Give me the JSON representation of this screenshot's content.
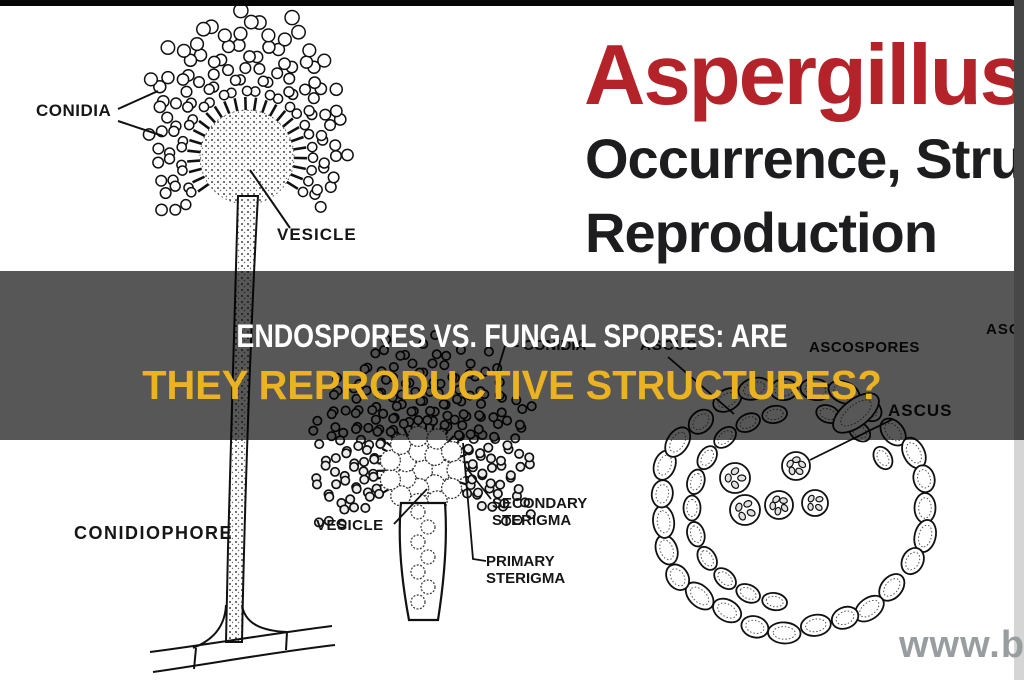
{
  "banner": {
    "line1": "ENDOSPORES VS. FUNGAL SPORES: ARE",
    "line2": "THEY REPRODUCTIVE STRUCTURES?",
    "line1_color": "#ffffff",
    "line2_color": "#ebb321",
    "overlay_color": "rgba(0,0,0,0.66)"
  },
  "heading": {
    "title": "Aspergillus",
    "line2": "Occurrence, Struc",
    "line3": "Reproduction",
    "title_color": "#b5232a",
    "body_color": "#1d1d1f"
  },
  "figure_conidiophore": {
    "label_conidia": "CONIDIA",
    "label_vesicle": "VESICLE",
    "label_conidiophore": "CONIDIOPHORE"
  },
  "figure_sterigma": {
    "label_conidia": "CONIDIA",
    "label_vesicle": "VESICLE",
    "label_secondary_line1": "SECONDARY",
    "label_secondary_line2": "STERIGMA",
    "label_primary_line1": "PRIMARY",
    "label_primary_line2": "STERIGMA"
  },
  "figure_ascus": {
    "label_ascus_top": "ASCUS",
    "label_ascospores": "ASCOSPORES",
    "label_asc_partial": "ASC",
    "label_ascus_right": "ASCUS"
  },
  "watermark": {
    "text": "www.bio"
  }
}
